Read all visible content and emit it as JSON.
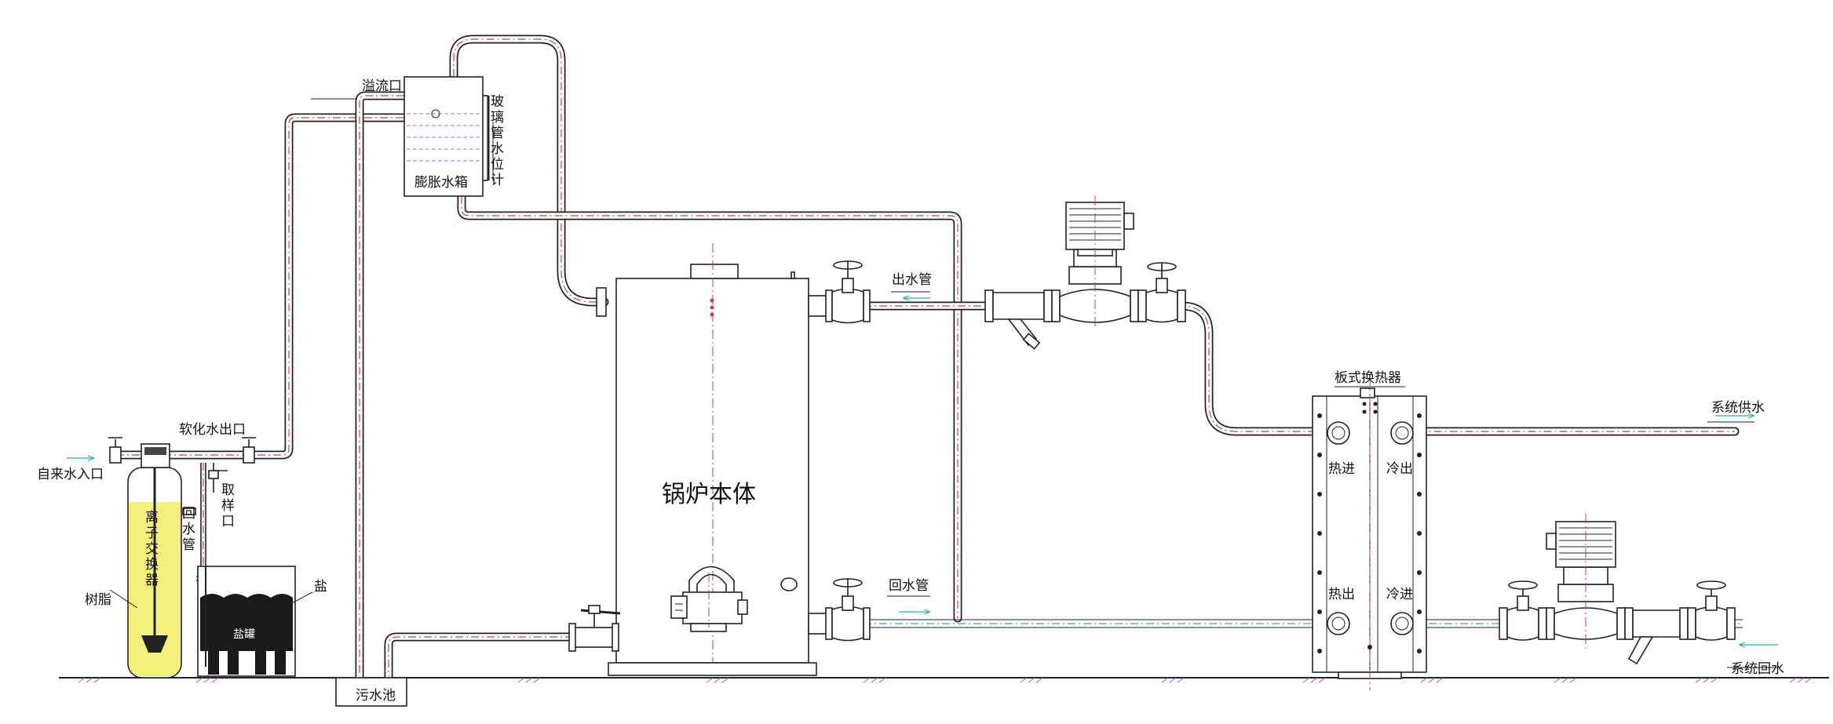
{
  "labels": {
    "overflow_port": "溢流口",
    "glass_gauge": "玻璃管水位计",
    "expansion_tank": "膨胀水箱",
    "outlet_pipe": "出水管",
    "return_pipe": "回水管",
    "boiler_body": "锅炉本体",
    "plate_hx": "板式换热器",
    "system_supply": "系统供水",
    "system_return": "系统回水",
    "hot_in": "热进",
    "cold_out": "冷出",
    "hot_out": "热出",
    "cold_in": "冷进",
    "softened_outlet": "软化水出口",
    "tap_inlet": "自来水入口",
    "sample_port": "取样口",
    "ion_exchanger": "离子交换器",
    "return_tube": "回水管",
    "resin": "树脂",
    "salt": "盐",
    "salt_tank": "盐罐",
    "sewage_pit": "污水池"
  },
  "colors": {
    "pipe_centerline": "#d43a3a",
    "return_centerline": "#1fb8b0",
    "resin_fill": "#f2f07a",
    "water_level": "#a070d8",
    "salt_fill": "#1a1a1a",
    "ground_hatch": "#b04ad0"
  }
}
